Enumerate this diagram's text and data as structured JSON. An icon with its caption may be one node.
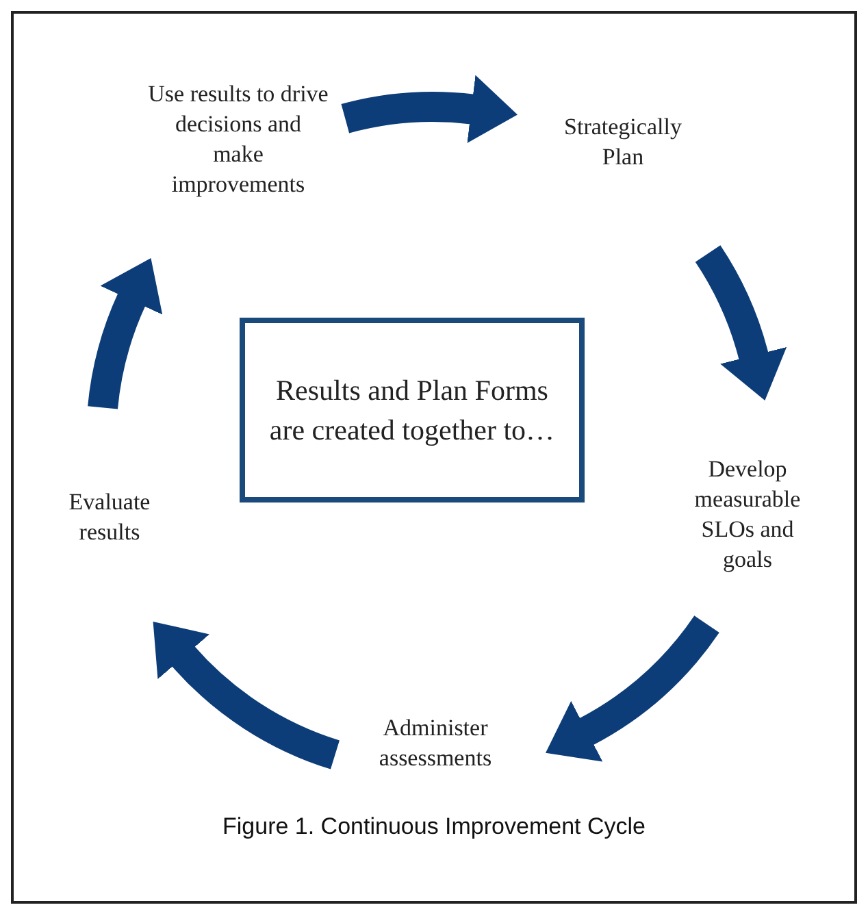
{
  "diagram": {
    "caption": "Figure 1. Continuous Improvement Cycle",
    "nodes": [
      {
        "text": [
          "Use results to drive decisions and make improvements"
        ]
      },
      {
        "text": [
          "Strategically Plan"
        ]
      },
      {
        "text": [
          "Results and Plan Forms are created together to…"
        ]
      },
      {
        "text": [
          "Evaluate results"
        ]
      },
      {
        "text": [
          "Develop measurable SLOs and goals"
        ]
      },
      {
        "text": [
          "Administer assessments"
        ]
      }
    ],
    "edges": [
      {
        "from": 0,
        "to": 1,
        "arrow": "to"
      },
      {
        "from": 1,
        "to": 4,
        "arrow": "to"
      },
      {
        "from": 4,
        "to": 5,
        "arrow": "to"
      },
      {
        "from": 5,
        "to": 3,
        "arrow": "to"
      },
      {
        "from": 3,
        "to": 0,
        "arrow": "to"
      }
    ]
  }
}
